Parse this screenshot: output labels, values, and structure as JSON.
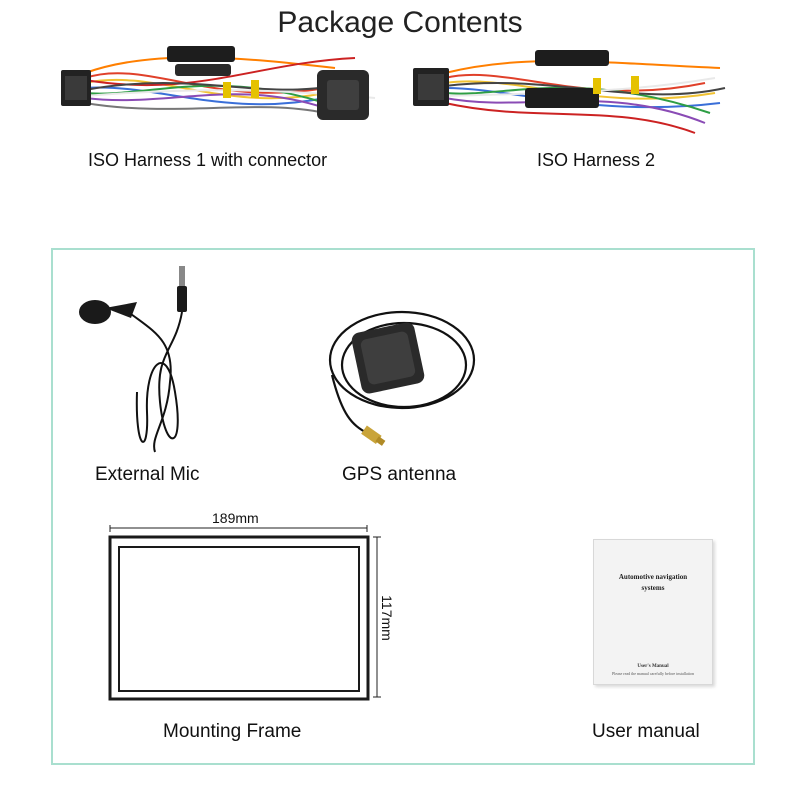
{
  "title": "Package Contents",
  "items": {
    "harness1": "ISO Harness 1 with connector",
    "harness2": "ISO Harness 2",
    "mic": "External Mic",
    "gps": "GPS antenna",
    "frame": "Mounting Frame",
    "manual": "User manual"
  },
  "dimensions": {
    "width": "189mm",
    "height": "117mm"
  },
  "manual_cover": {
    "title_line1": "Automotive navigation",
    "title_line2": "systems",
    "subtitle": "User's Manual",
    "note": "Please read the manual carefully before installation"
  },
  "colors": {
    "panel_border": "#a9dfcf",
    "frame": "#1a1a1a",
    "text": "#111111"
  }
}
